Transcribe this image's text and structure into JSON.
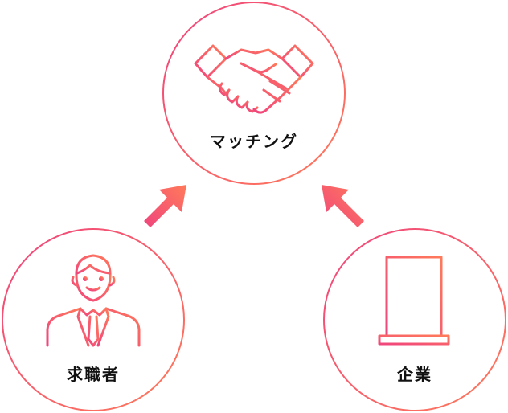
{
  "nodes": {
    "matching": {
      "label": "マッチング",
      "icon": "handshake-icon"
    },
    "job_seeker": {
      "label": "求職者",
      "icon": "person-icon"
    },
    "company": {
      "label": "企業",
      "icon": "building-icon"
    }
  },
  "colors": {
    "gradient_start": "#f0457d",
    "gradient_end": "#ff7a5a",
    "text": "#111111"
  }
}
